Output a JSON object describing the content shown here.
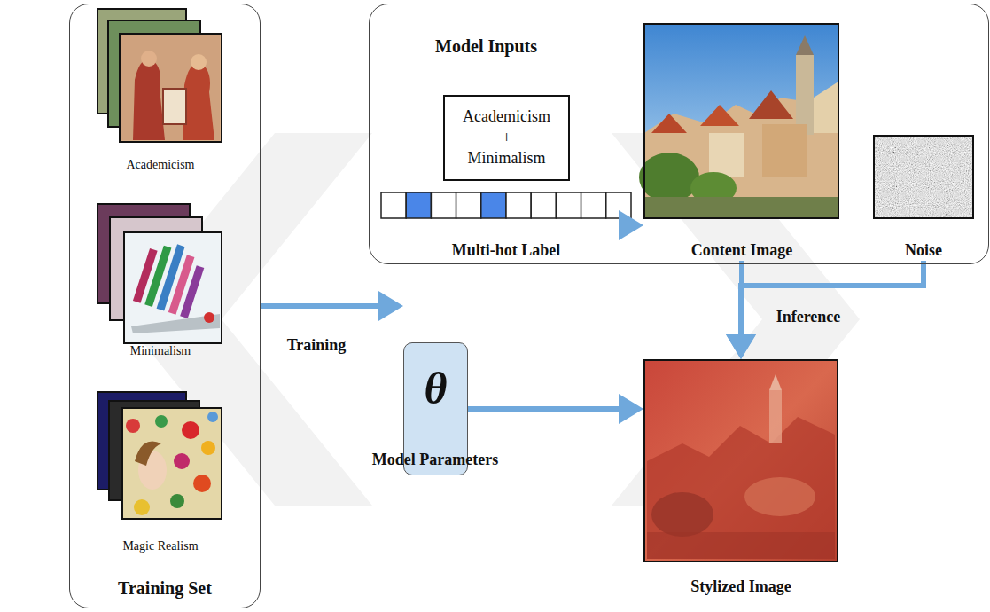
{
  "diagram": {
    "nodes": [
      {
        "text": [
          "Training Set"
        ]
      },
      {
        "text": [
          "Academicism"
        ],
        "in": 0
      },
      {
        "text": [
          "Minimalism"
        ],
        "in": 0
      },
      {
        "text": [
          "Magic Realism"
        ],
        "in": 0
      },
      {
        "text": [
          "Model Inputs"
        ]
      },
      {
        "text": [
          "Academicism + Minimalism"
        ],
        "in": 4
      },
      {
        "text": [
          "Multi-hot Label"
        ],
        "in": 4
      },
      {
        "text": [
          "Content Image"
        ],
        "in": 4
      },
      {
        "text": [
          "Noise"
        ],
        "in": 4
      },
      {
        "text": [
          "θ",
          "Model Parameters"
        ]
      },
      {
        "text": [
          "Stylized Image"
        ]
      }
    ],
    "edges": [
      {
        "from": 0,
        "to": 9,
        "arrow": "to",
        "label": "Training"
      },
      {
        "from": 9,
        "to": 10,
        "arrow": "to"
      },
      {
        "from": 6,
        "to": 10,
        "arrow": "to"
      },
      {
        "from": 7,
        "to": 10,
        "arrow": "to",
        "label": "Inference"
      },
      {
        "from": 8,
        "to": 10,
        "arrow": "to"
      }
    ]
  }
}
